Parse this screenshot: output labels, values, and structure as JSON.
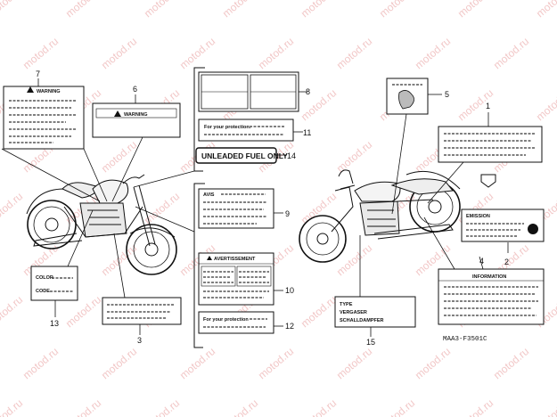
{
  "diagram": {
    "watermark_text": "motod.ru",
    "callouts": {
      "c1": "1",
      "c2": "2",
      "c3": "3",
      "c4": "4",
      "c5": "5",
      "c6": "6",
      "c7": "7",
      "c8": "8",
      "c9": "9",
      "c10": "10",
      "c11": "11",
      "c12": "12",
      "c13": "13",
      "c14": "14",
      "c15": "15"
    },
    "labels": {
      "warning_7": "WARNING",
      "warning_6": "WARNING",
      "protection_11": "For your protection.",
      "unleaded_14": "UNLEADED FUEL ONLY",
      "protection_12": "For your protection",
      "avertissement": "AVERTISSEMENT",
      "ams": "AVIS",
      "color": "COLOR",
      "code": "CODE",
      "emission": "EMISSION",
      "info": "INFORMATION",
      "type": "TYPE",
      "vergaser": "VERGASER",
      "schalldampfer": "SCHALLDAMPFER"
    },
    "part_code": "MAA3-F3501C"
  }
}
